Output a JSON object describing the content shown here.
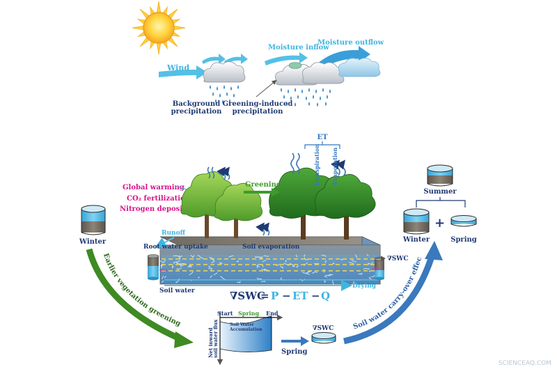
{
  "colors": {
    "cyan": "#3fb5df",
    "navy": "#1f3a73",
    "magenta": "#d6138a",
    "green": "#3d9b2c",
    "darkgreen": "#2f6a1c",
    "blue": "#3378c0",
    "soil": "#8a8275",
    "water": "#58bfe6",
    "yellow": "#f2d84a",
    "purple": "#b048b5",
    "watermark": "#b9c6d6"
  },
  "atmosphere": {
    "wind": "Wind",
    "moisture_inflow": "Moisture inflow",
    "moisture_outflow": "Moisture outflow",
    "background_precip_line1": "Background",
    "background_precip_line2": "precipitation",
    "greening_precip_line1": "Greening-induced",
    "greening_precip_line2": "precipitation"
  },
  "drivers": {
    "global_warming": "Global warming",
    "co2_fertilization": "CO₂ fertilization",
    "nitrogen_deposition": "Nitrogen deposition"
  },
  "ecosystem": {
    "greening": "Greening",
    "et": "ET",
    "transpiration": "Transpiration",
    "evaporation": "Evaporation",
    "runoff": "Runoff",
    "root_water_uptake": "Root water uptake",
    "soil_evaporation": "Soil evaporation",
    "soil_water": "Soil water",
    "drying": "Drying",
    "delta_swc": "∇SWC",
    "equation": {
      "lhs": "∇SWC",
      "eq": "=",
      "p": "P",
      "minus1": "−",
      "et": "ET",
      "minus2": "−",
      "q": "Q"
    }
  },
  "seasons": {
    "winter_left": "Winter",
    "summer": "Summer",
    "winter_right": "Winter",
    "plus": "+",
    "spring": "Spring"
  },
  "flux_chart": {
    "start": "Start",
    "spring": "Spring",
    "end": "End",
    "accum_line1": "Soil Water",
    "accum_line2": "Accumulation",
    "ylabel_line1": "Net inward",
    "ylabel_line2": "soil water flux"
  },
  "bottom": {
    "earlier_greening": "Earlier vegetation greening",
    "carry_over": "Soil water carry-over effects",
    "spring_arrow": "Spring",
    "swc_label": "∇SWC"
  },
  "watermark": "SCIENCEAQ.COM"
}
